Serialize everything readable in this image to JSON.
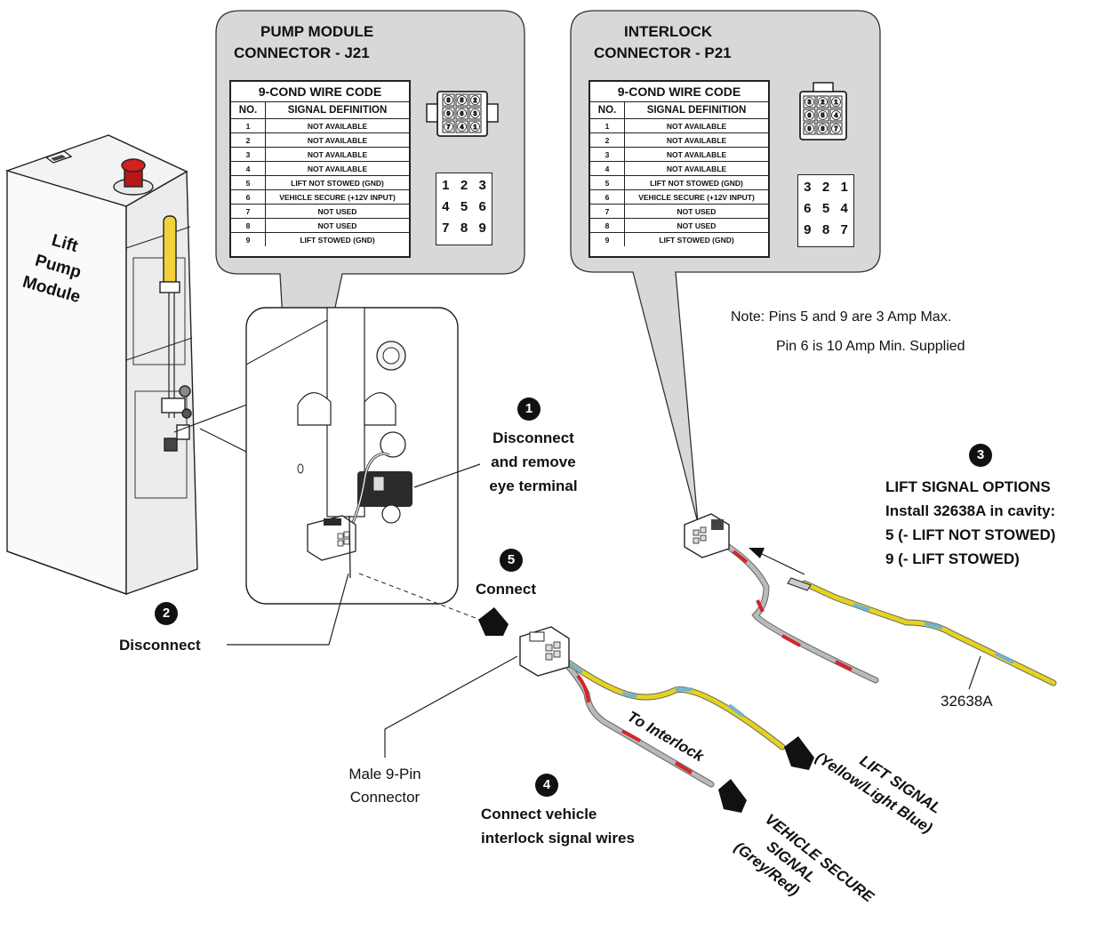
{
  "pump_callout": {
    "title_line1": "PUMP MODULE",
    "title_line2": "CONNECTOR - J21",
    "table_title": "9-COND WIRE CODE",
    "col_no": "NO.",
    "col_signal": "SIGNAL DEFINITION",
    "rows": [
      {
        "no": "1",
        "signal": "NOT AVAILABLE"
      },
      {
        "no": "2",
        "signal": "NOT AVAILABLE"
      },
      {
        "no": "3",
        "signal": "NOT AVAILABLE"
      },
      {
        "no": "4",
        "signal": "NOT AVAILABLE"
      },
      {
        "no": "5",
        "signal": "LIFT NOT STOWED (GND)"
      },
      {
        "no": "6",
        "signal": "VEHICLE SECURE (+12V INPUT)"
      },
      {
        "no": "7",
        "signal": "NOT USED"
      },
      {
        "no": "8",
        "signal": "NOT USED"
      },
      {
        "no": "9",
        "signal": "LIFT STOWED (GND)"
      }
    ],
    "pin_rows": [
      [
        "1",
        "2",
        "3"
      ],
      [
        "4",
        "5",
        "6"
      ],
      [
        "7",
        "8",
        "9"
      ]
    ],
    "icon_pins": [
      "8",
      "5",
      "2",
      "9",
      "6",
      "3",
      "7",
      "4",
      "1"
    ]
  },
  "interlock_callout": {
    "title_line1": "INTERLOCK",
    "title_line2": "CONNECTOR - P21",
    "table_title": "9-COND WIRE CODE",
    "col_no": "NO.",
    "col_signal": "SIGNAL DEFINITION",
    "rows": [
      {
        "no": "1",
        "signal": "NOT AVAILABLE"
      },
      {
        "no": "2",
        "signal": "NOT AVAILABLE"
      },
      {
        "no": "3",
        "signal": "NOT AVAILABLE"
      },
      {
        "no": "4",
        "signal": "NOT AVAILABLE"
      },
      {
        "no": "5",
        "signal": "LIFT NOT STOWED (GND)"
      },
      {
        "no": "6",
        "signal": "VEHICLE SECURE (+12V INPUT)"
      },
      {
        "no": "7",
        "signal": "NOT USED"
      },
      {
        "no": "8",
        "signal": "NOT USED"
      },
      {
        "no": "9",
        "signal": "LIFT STOWED (GND)"
      }
    ],
    "pin_rows": [
      [
        "3",
        "2",
        "1"
      ],
      [
        "6",
        "5",
        "4"
      ],
      [
        "9",
        "8",
        "7"
      ]
    ],
    "icon_pins": [
      "3",
      "2",
      "1",
      "6",
      "5",
      "4",
      "9",
      "8",
      "7"
    ]
  },
  "module_label": [
    "Lift",
    "Pump",
    "Module"
  ],
  "note": {
    "line1": "Note:  Pins 5 and 9 are 3 Amp Max.",
    "line2": "Pin 6 is 10 Amp Min. Supplied"
  },
  "steps": [
    {
      "num": "1",
      "lines": [
        "Disconnect",
        "and remove",
        "eye terminal"
      ]
    },
    {
      "num": "2",
      "lines": [
        "Disconnect"
      ]
    },
    {
      "num": "3",
      "lines": [
        "LIFT SIGNAL OPTIONS",
        "Install 32638A in cavity:",
        "5 (- LIFT NOT STOWED)",
        "9 (- LIFT STOWED)"
      ]
    },
    {
      "num": "4",
      "lines": [
        "Connect vehicle",
        "interlock signal wires"
      ]
    },
    {
      "num": "5",
      "lines": [
        "Connect"
      ]
    }
  ],
  "part_label": "32638A",
  "male_connector_label": [
    "Male 9-Pin",
    "Connector"
  ],
  "to_interlock": "To Interlock",
  "lift_signal": [
    "LIFT SIGNAL",
    "(Yellow/Light Blue)"
  ],
  "vehicle_secure": [
    "VEHICLE SECURE",
    "SIGNAL",
    "(Grey/Red)"
  ],
  "colors": {
    "callout_bg": "#d8d8d8",
    "beacon_red": "#d42020",
    "indicator_yellow": "#f2d23a",
    "wire_yellow": "#e6d21c",
    "wire_blue": "#6fb4d8",
    "wire_grey": "#b9b9b9",
    "wire_red": "#d4262b"
  }
}
